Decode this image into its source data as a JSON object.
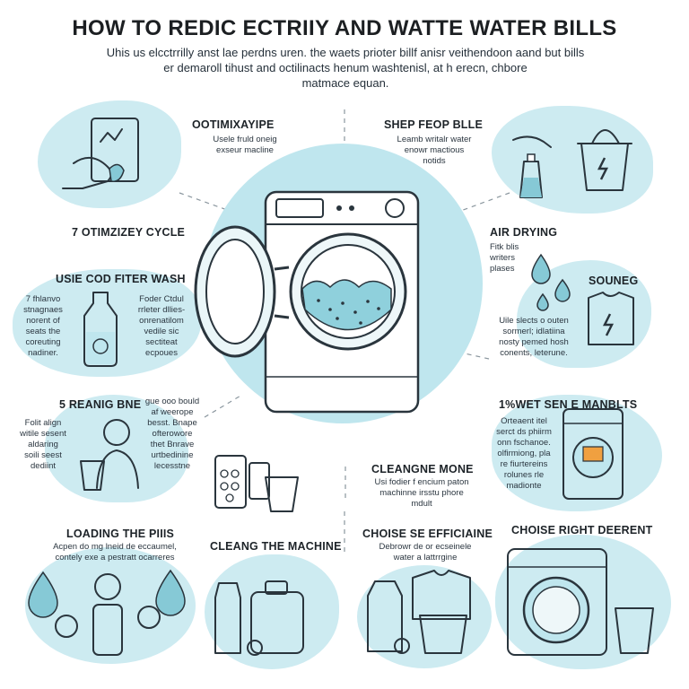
{
  "title": "HOW TO REDIC ECTRIIY AND WATTE WATER BILLS",
  "intro": {
    "lines": [
      "Uhis us elcctrrilly anst lae perdns uren. the waets prioter billf anisr veithendoon aand but bills",
      "er demaroll tihust and octilinacts henum washtenisl, at h erecn, chbore",
      "matmace equan."
    ]
  },
  "sections": {
    "otimixa": {
      "heading": "OOTIMIXAYIPE",
      "lines": [
        "Usele fruld oneig",
        "exseur macline"
      ]
    },
    "shep": {
      "heading": "SHEP FEOP BLLE",
      "lines": [
        "Leamb writalr water",
        "enowr mactious",
        "notids"
      ]
    },
    "cycle": {
      "heading": "7 OTIMZIZEY CYCLE"
    },
    "air": {
      "heading": "AIR DRYING",
      "lines": [
        "Fitk blis",
        "writers",
        "plases"
      ]
    },
    "cold": {
      "heading": "USIE COD FITER WASH",
      "left_lines": [
        "7 fhlanvo",
        "stnagnaes",
        "norent of",
        "seats the",
        "coreuting",
        "nadiner."
      ],
      "right_lines": [
        "Foder Ctdul",
        "rrleter dllies-",
        "onrenatilom",
        "vedile sic",
        "sectiteat",
        "ecpoues"
      ]
    },
    "souneg": {
      "heading": "SOUNEG",
      "lines": [
        "Uile slects o outen",
        "sormerl; idlatiina",
        "nosty pemed hosh",
        "conents, leterune."
      ]
    },
    "reanig": {
      "heading": "5 REANIG BNE",
      "left_lines": [
        "Folit align",
        "witile sesent",
        "aldaring",
        "soili seest",
        "dediint"
      ],
      "right_lines": [
        "gue ooo bould",
        "af weerope",
        "besst. Bnape",
        "ofterowore",
        "thet Bnrave",
        "urtbedinine",
        "lecesstne"
      ]
    },
    "wet": {
      "heading": "1%WET SEN E MANBLTS",
      "lines": [
        "Orteaent itel",
        "serct ds phiirm",
        "onn fschanoe.",
        "olfirmiong, pla",
        "re fiurtereins",
        "rolunes rle",
        "madionte"
      ]
    },
    "cleaning_mone": {
      "heading": "CLEANGNE MONE",
      "lines": [
        "Usi fodier f encium paton",
        "machinne irsstu phore",
        "mdult"
      ]
    },
    "loading": {
      "heading": "LOADING THE PIIIS",
      "lines": [
        "Acpen do mg lneid de eccaumel,",
        "contely exe a pestratt ocarreres"
      ]
    },
    "clean_machine": {
      "heading": "CLEANG THE MACHINE"
    },
    "efficiaine": {
      "heading": "CHOISE SE EFFICIAINE",
      "lines": [
        "Debrowr de or ecseinele",
        "water a lattrrgine"
      ]
    },
    "detergent": {
      "heading": "CHOISE RIGHT DEERENT"
    }
  },
  "colors": {
    "accent_light": "#cdebf1",
    "accent": "#86c9d6",
    "ink": "#2a353d",
    "orange": "#f0a040"
  },
  "icons": [
    "washing-machine-icon",
    "hand-icon",
    "bottle-icon",
    "bucket-icon",
    "shirt-icon",
    "water-drop-icon",
    "basket-icon",
    "person-icon"
  ]
}
